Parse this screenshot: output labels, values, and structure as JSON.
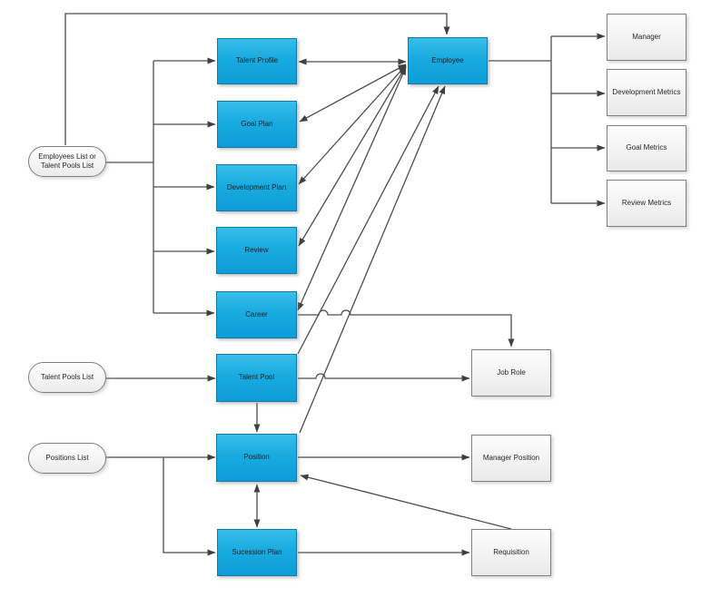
{
  "diagram": {
    "nodes": {
      "employees_list": "Employees List or Talent Pools List",
      "talent_pools_list": "Talent Pools List",
      "positions_list": "Positions List",
      "talent_profile": "Talent Profile",
      "goal_plan": "Goal Plan",
      "development_plan": "Development Plan",
      "review": "Review",
      "career": "Career",
      "talent_pool": "Talent Pool",
      "position": "Position",
      "sucession_plan": "Sucession Plan",
      "employee": "Employee",
      "manager": "Manager",
      "development_metrics": "Development Metrics",
      "goal_metrics": "Goal Metrics",
      "review_metrics": "Review Metrics",
      "job_role": "Job Role",
      "manager_position": "Manager Position",
      "requisition": "Requisition"
    },
    "colors": {
      "blue_node_fill_top": "#38beea",
      "blue_node_fill_bottom": "#0d9dd8",
      "blue_node_border": "#1878a8",
      "plain_node_fill": "#f3f3f3",
      "plain_node_border": "#808080",
      "connector": "#4d4d4d",
      "background": "#ffffff"
    },
    "connections": [
      {
        "from": "employees_list",
        "to": "employee",
        "arrows": "to"
      },
      {
        "from": "employees_list",
        "to": "talent_profile",
        "arrows": "to"
      },
      {
        "from": "employees_list",
        "to": "goal_plan",
        "arrows": "to"
      },
      {
        "from": "employees_list",
        "to": "development_plan",
        "arrows": "to"
      },
      {
        "from": "employees_list",
        "to": "review",
        "arrows": "to"
      },
      {
        "from": "employees_list",
        "to": "career",
        "arrows": "to"
      },
      {
        "from": "talent_profile",
        "to": "employee",
        "arrows": "both"
      },
      {
        "from": "goal_plan",
        "to": "employee",
        "arrows": "both"
      },
      {
        "from": "development_plan",
        "to": "employee",
        "arrows": "both"
      },
      {
        "from": "review",
        "to": "employee",
        "arrows": "both"
      },
      {
        "from": "career",
        "to": "employee",
        "arrows": "both"
      },
      {
        "from": "talent_pool",
        "to": "employee",
        "arrows": "to"
      },
      {
        "from": "position",
        "to": "employee",
        "arrows": "to"
      },
      {
        "from": "employee",
        "to": "manager",
        "arrows": "to"
      },
      {
        "from": "employee",
        "to": "development_metrics",
        "arrows": "to"
      },
      {
        "from": "employee",
        "to": "goal_metrics",
        "arrows": "to"
      },
      {
        "from": "employee",
        "to": "review_metrics",
        "arrows": "to"
      },
      {
        "from": "career",
        "to": "job_role",
        "arrows": "to"
      },
      {
        "from": "talent_pool",
        "to": "job_role",
        "arrows": "to"
      },
      {
        "from": "talent_pool",
        "to": "position",
        "arrows": "to"
      },
      {
        "from": "talent_pools_list",
        "to": "talent_pool",
        "arrows": "to"
      },
      {
        "from": "positions_list",
        "to": "position",
        "arrows": "to"
      },
      {
        "from": "positions_list",
        "to": "sucession_plan",
        "arrows": "to"
      },
      {
        "from": "position",
        "to": "sucession_plan",
        "arrows": "both"
      },
      {
        "from": "position",
        "to": "manager_position",
        "arrows": "to"
      },
      {
        "from": "sucession_plan",
        "to": "requisition",
        "arrows": "to"
      },
      {
        "from": "requisition",
        "to": "position",
        "arrows": "to"
      }
    ]
  }
}
